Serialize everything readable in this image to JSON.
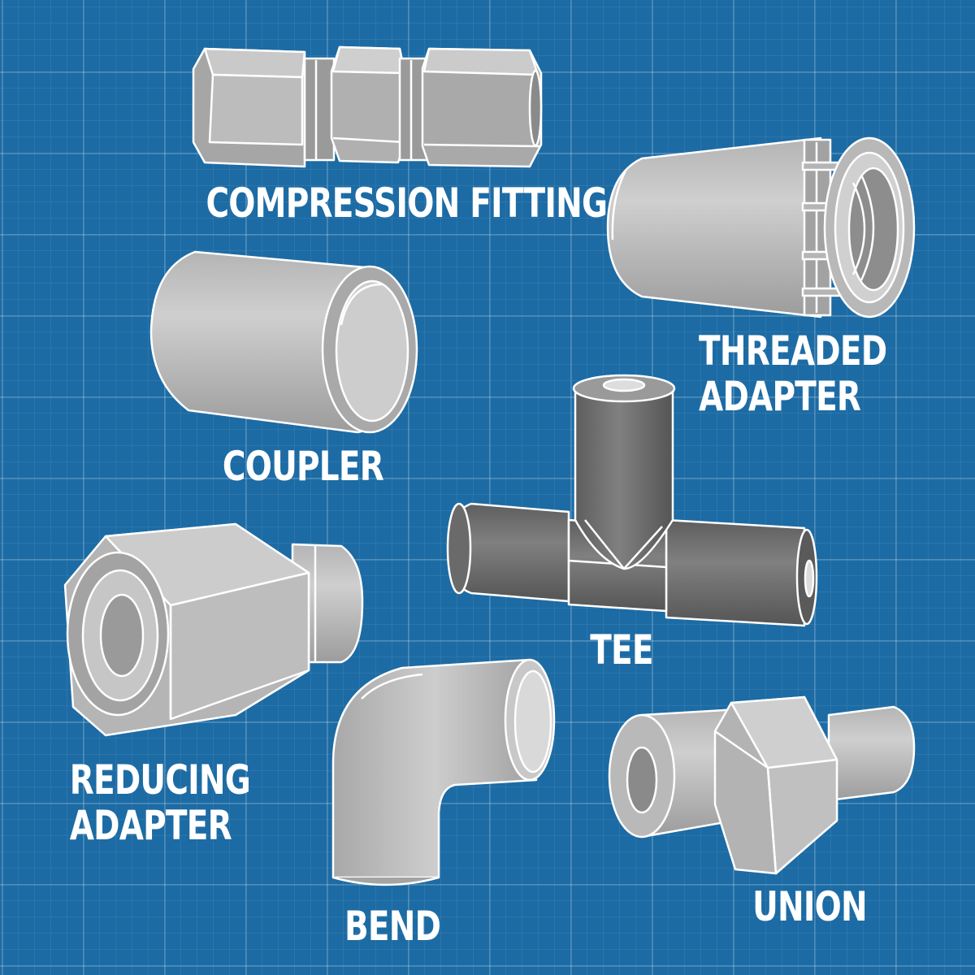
{
  "colors": {
    "background": "#1c6ba4",
    "part_light": "#c2c2c2",
    "part_mid": "#a9a9a9",
    "part_dark": "#6b6b6b",
    "outline": "#ffffff",
    "label": "#ffffff"
  },
  "parts": [
    {
      "id": "compression-fitting",
      "lines": [
        "COMPRESSION FITTING"
      ]
    },
    {
      "id": "threaded-adapter",
      "lines": [
        "THREADED",
        "ADAPTER"
      ]
    },
    {
      "id": "coupler",
      "lines": [
        "COUPLER"
      ]
    },
    {
      "id": "tee",
      "lines": [
        "TEE"
      ]
    },
    {
      "id": "reducing-adapter",
      "lines": [
        "REDUCING",
        "ADAPTER"
      ]
    },
    {
      "id": "bend",
      "lines": [
        "BEND"
      ]
    },
    {
      "id": "union",
      "lines": [
        "UNION"
      ]
    }
  ]
}
